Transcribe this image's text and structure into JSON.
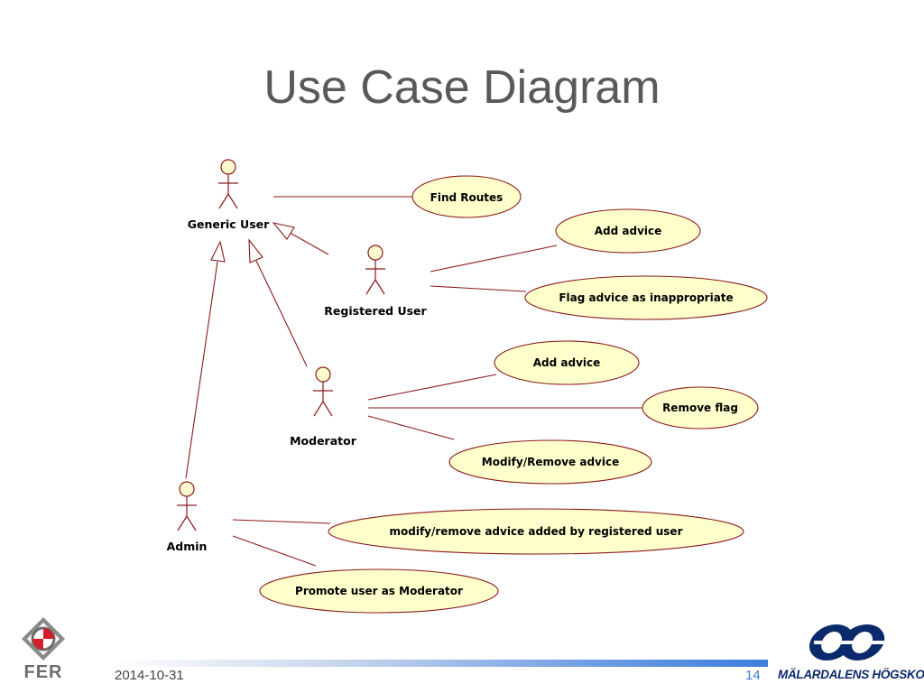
{
  "slide": {
    "title": "Use Case Diagram",
    "date": "2014-10-31",
    "page_number": "14"
  },
  "diagram": {
    "actors": {
      "generic_user": "Generic User",
      "registered_user": "Registered User",
      "moderator": "Moderator",
      "admin": "Admin"
    },
    "use_cases": {
      "find_routes": "Find Routes",
      "add_advice_registered": "Add advice",
      "flag_advice": "Flag advice as inappropriate",
      "add_advice_moderator": "Add advice",
      "remove_flag": "Remove flag",
      "modify_remove_advice": "Modify/Remove advice",
      "modify_remove_registered": "modify/remove advice added by registered user",
      "promote_user": "Promote user as Moderator"
    },
    "colors": {
      "actor_fill": "#fffbd0",
      "usecase_fill": "#ffffcc",
      "line": "#8b1a1a"
    }
  },
  "logos": {
    "left": "FER",
    "right": "MÄLARDALENS HÖGSKOLA"
  }
}
